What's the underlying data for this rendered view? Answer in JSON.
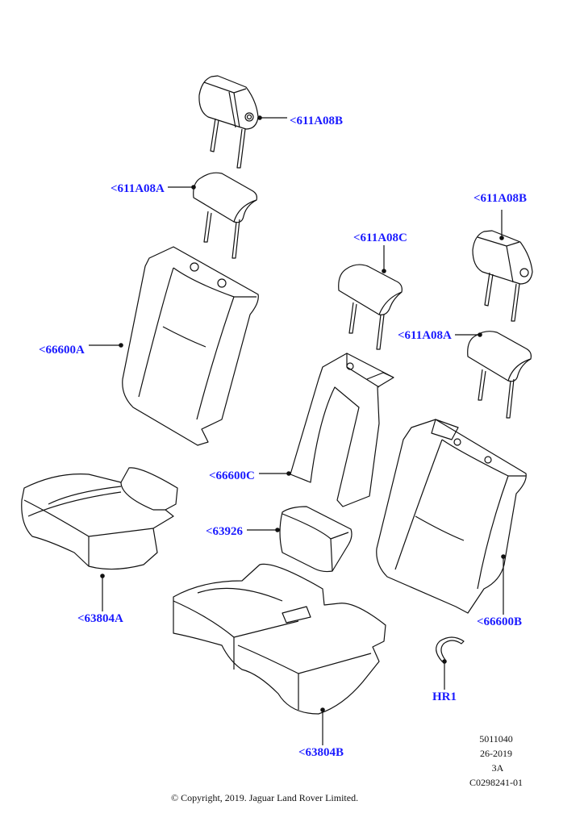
{
  "callouts": {
    "headrest_b_left": "<611A08B",
    "headrest_a_left": "<611A08A",
    "headrest_c": "<611A08C",
    "headrest_b_right": "<611A08B",
    "headrest_a_right": "<611A08A",
    "backrest_a": "<66600A",
    "backrest_c": "<66600C",
    "armrest": "<63926",
    "cushion_a": "<63804A",
    "backrest_b": "<66600B",
    "hook": "HR1",
    "cushion_b": "<63804B"
  },
  "meta": {
    "line1": "5011040",
    "line2": "26-2019",
    "line3": "3A",
    "line4": "C0298241-01"
  },
  "copyright": "© Copyright, 2019. Jaguar Land Rover Limited.",
  "colors": {
    "callout": "#1a1aff",
    "line": "#111111"
  }
}
